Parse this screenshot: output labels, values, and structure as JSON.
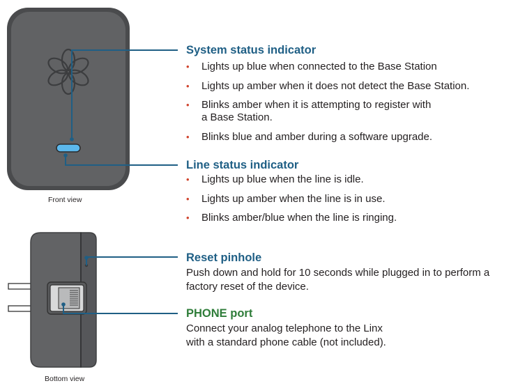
{
  "captions": {
    "front": "Front view",
    "bottom": "Bottom view"
  },
  "system_status": {
    "heading": "System status indicator",
    "items": [
      "Lights up blue when connected to the Base Station",
      "Lights up amber when it does not detect the Base Station.",
      "Blinks amber when it is attempting to register with\na Base Station.",
      "Blinks blue and amber during a software upgrade."
    ]
  },
  "line_status": {
    "heading": "Line status indicator",
    "items": [
      "Lights up blue when the line is idle.",
      "Lights up amber when the line is in use.",
      "Blinks amber/blue when the line is ringing."
    ]
  },
  "reset": {
    "heading": "Reset pinhole",
    "text": "Push down and hold for 10 seconds while plugged in to perform a\nfactory reset of the device."
  },
  "phone": {
    "heading": "PHONE port",
    "text": "Connect your analog telephone to the Linx\nwith a standard phone cable (not included)."
  },
  "colors": {
    "heading": "#1f5f85",
    "heading_green": "#2f7d3a",
    "bullet": "#d0432c",
    "device": "#5a5b5d",
    "led": "#5cb8ec"
  }
}
